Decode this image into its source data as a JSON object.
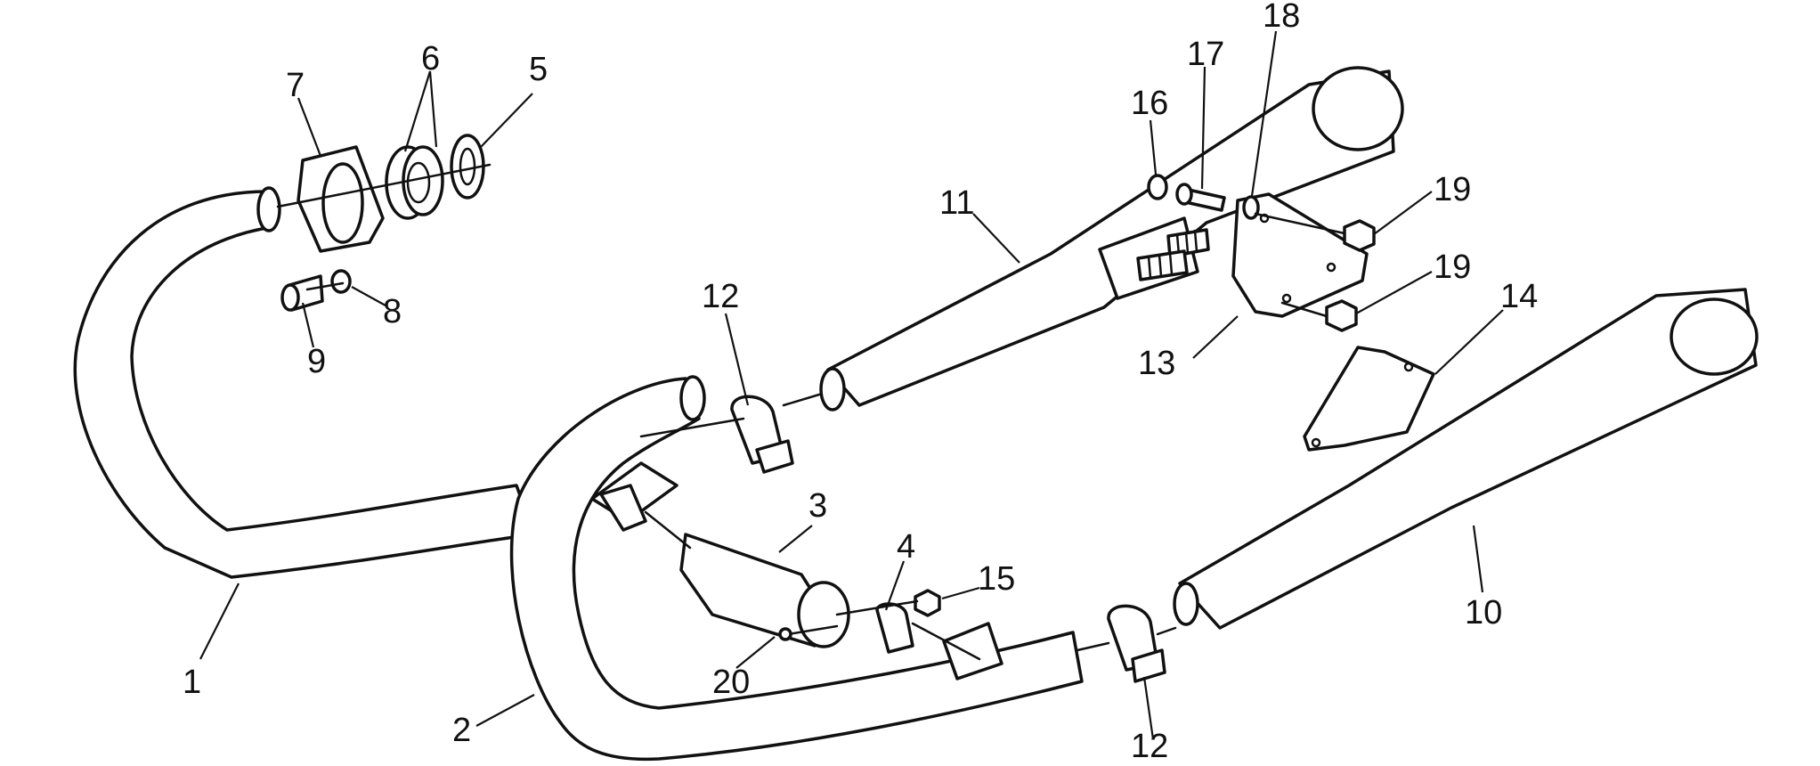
{
  "callouts": {
    "c1": "1",
    "c2": "2",
    "c3": "3",
    "c4": "4",
    "c5": "5",
    "c6": "6",
    "c7": "7",
    "c8": "8",
    "c9": "9",
    "c10": "10",
    "c11": "11",
    "c12a": "12",
    "c12b": "12",
    "c13": "13",
    "c14": "14",
    "c15": "15",
    "c16": "16",
    "c17": "17",
    "c18": "18",
    "c19a": "19",
    "c19b": "19",
    "c20": "20"
  }
}
